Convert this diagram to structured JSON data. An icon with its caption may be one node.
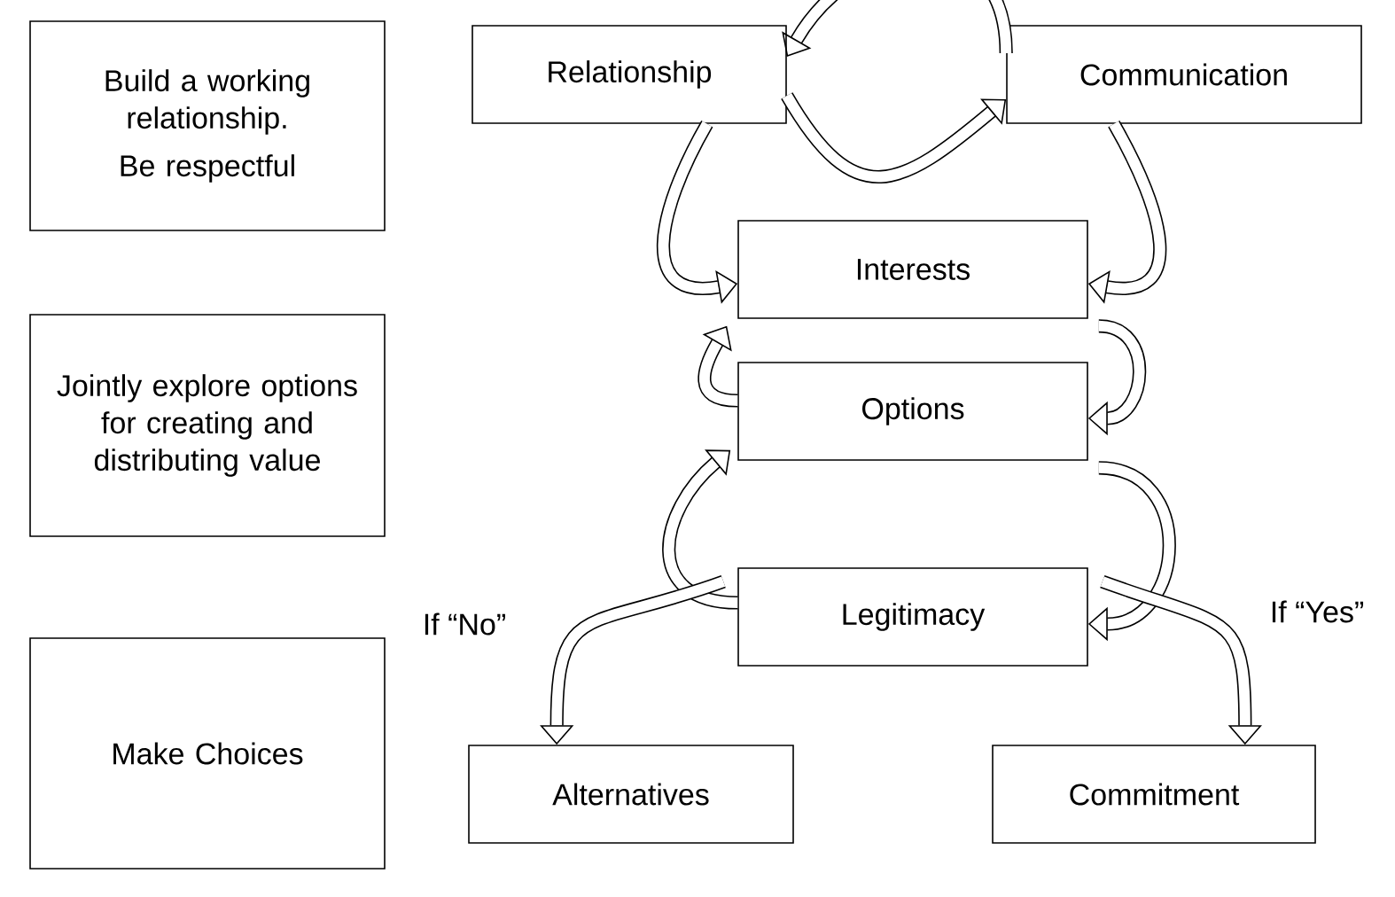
{
  "diagram": {
    "nodes": [
      {
        "text": [
          "Build a working relationship.",
          "Be respectful"
        ]
      },
      {
        "text": [
          "Jointly explore options for creating and distributing value"
        ]
      },
      {
        "text": [
          "Make Choices"
        ]
      },
      {
        "text": [
          "Relationship"
        ]
      },
      {
        "text": [
          "Communication"
        ]
      },
      {
        "text": [
          "Interests"
        ]
      },
      {
        "text": [
          "Options"
        ]
      },
      {
        "text": [
          "Legitimacy"
        ]
      },
      {
        "text": [
          "Alternatives"
        ]
      },
      {
        "text": [
          "Commitment"
        ]
      }
    ],
    "edges": [
      {
        "from": 3,
        "to": 4,
        "arrow": "to"
      },
      {
        "from": 4,
        "to": 3,
        "arrow": "to"
      },
      {
        "from": 3,
        "to": 5,
        "arrow": "to"
      },
      {
        "from": 4,
        "to": 5,
        "arrow": "to"
      },
      {
        "from": 6,
        "to": 5,
        "arrow": "to"
      },
      {
        "from": 7,
        "to": 6,
        "arrow": "to"
      },
      {
        "from": 5,
        "to": 6,
        "arrow": "to"
      },
      {
        "from": 6,
        "to": 7,
        "arrow": "to"
      },
      {
        "from": 7,
        "to": 8,
        "arrow": "to",
        "label": "If “No”"
      },
      {
        "from": 7,
        "to": 9,
        "arrow": "to",
        "label": "If “Yes”"
      }
    ]
  }
}
